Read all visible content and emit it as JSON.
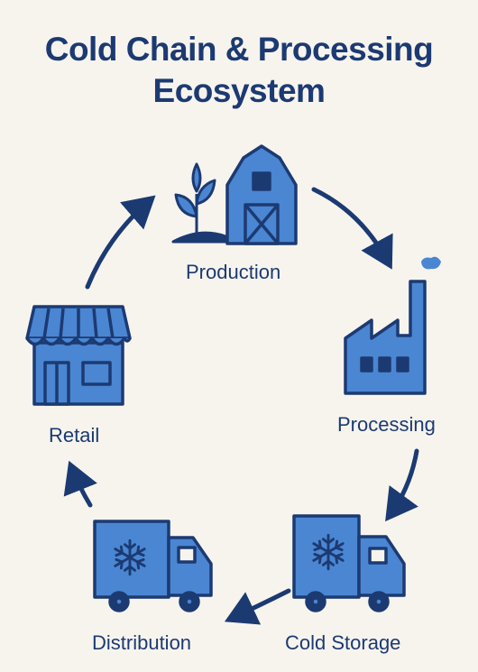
{
  "title": {
    "line1": "Cold Chain & Processing",
    "line2": "Ecosystem"
  },
  "stages": {
    "production": "Production",
    "processing": "Processing",
    "cold_storage": "Cold Storage",
    "distribution": "Distribution",
    "retail": "Retail"
  },
  "colors": {
    "fill": "#4a86d2",
    "stroke": "#1c3a72",
    "background": "#f7f4ee"
  },
  "icons": [
    "plant-icon",
    "barn-icon",
    "factory-icon",
    "refrigerated-truck-icon",
    "storefront-icon",
    "snowflake-icon",
    "cycle-arrow-icon"
  ]
}
